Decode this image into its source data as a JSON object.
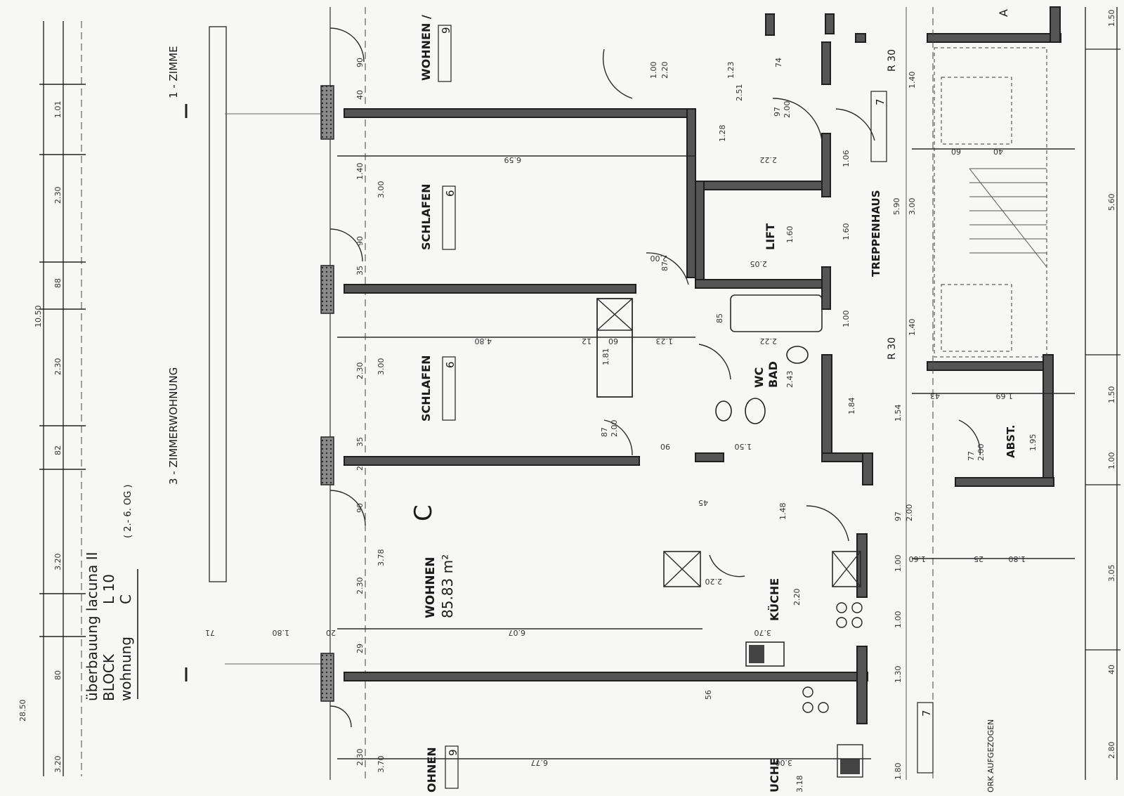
{
  "title_block": {
    "line1": "überbauung  lacuna II",
    "line2_key": "BLOCK",
    "line2_val": "L 10",
    "line3_key": "wohnung",
    "line3_val": "C",
    "floors": "( 2.- 6. OG )"
  },
  "apartment_type": "3  -  ZIMMERWOHNUNG",
  "apartment_type_top": "1  -  ZIMME",
  "apt_letter": "C",
  "rooms": {
    "wohnen_top": "WOHNEN /",
    "wohnen_top_num": "9",
    "schlafen1": "SCHLAFEN",
    "schlafen1_num": "6",
    "schlafen2": "SCHLAFEN",
    "schlafen2_num": "6",
    "wohnen": "WOHNEN",
    "wohnen_area": "85.83 m²",
    "wohnen_bottom": "OHNEN",
    "wohnen_bottom_num": "9",
    "kueche": "KÜCHE",
    "kueche_bottom": "UCHE",
    "lift": "LIFT",
    "wc": "WC",
    "bad": "BAD",
    "treppenhaus": "TREPPENHAUS",
    "treppen_num": "7",
    "treppen_num_bottom": "7",
    "abst": "ABST.",
    "r30_top": "R 30",
    "r30_mid": "R 30",
    "note_bottom": "ORK  AUFGEZOGEN",
    "top_right": "A"
  },
  "dims_left": {
    "total_outer": "28.50",
    "total_inner": "10.50",
    "d1": "1.01",
    "d2": "2.30",
    "d3": "88",
    "d4": "2.30",
    "d5": "82",
    "d6": "3.20",
    "d7": "80",
    "d8": "3.20"
  },
  "dims_window_line": {
    "w1": "90",
    "w2": "40",
    "w3": "1.40",
    "w4": "90",
    "w5": "35",
    "w6": "2.30",
    "w7": "35",
    "w8": "29",
    "w9": "90",
    "w10": "2.30",
    "w11": "29",
    "w12": "2.30"
  },
  "dims_room_depth": {
    "r1": "3.00",
    "r2": "3.00",
    "r3": "3.78",
    "r4": "3.70"
  },
  "dims_inner": {
    "d659": "6.59",
    "d480": "4.80",
    "d607": "6.07",
    "d677": "6.77",
    "d180": "1.80",
    "d71": "71",
    "d20": "20",
    "d200a": "2.00",
    "d87": "87",
    "d200b": "2.00",
    "d87b": "87",
    "d123": "1.23",
    "d60": "60",
    "d12": "12",
    "d181": "1.81",
    "d90": "90",
    "d150": "1.50",
    "d45": "45",
    "d148": "1.48",
    "d220a": "2.20",
    "d220b": "2.20",
    "d370": "3.70",
    "d318": "3.18",
    "d300": "3.00",
    "d56": "56",
    "d85": "85",
    "d243": "2.43",
    "d222a": "2.22",
    "d222b": "2.22",
    "d205": "2.05",
    "d160": "1.60",
    "d100a": "1.00",
    "d220c": "2.20",
    "d123b": "1.23",
    "d251": "2.51",
    "d128": "1.28",
    "d74": "74",
    "d97a": "97",
    "d200c": "2.00"
  },
  "dims_right": {
    "r560": "5.60",
    "r150a": "1.50",
    "r100": "1.00",
    "r305": "3.05",
    "r40": "40",
    "r280": "2.80",
    "r150b": "1.50",
    "r590": "5.90",
    "r300": "3.00",
    "r140a": "1.40",
    "r140b": "1.40",
    "r160": "1.60",
    "r106": "1.06",
    "r100b": "1.00",
    "r184": "1.84",
    "r154": "1.54",
    "r97": "97",
    "r200": "2.00",
    "r130": "1.30",
    "r100c": "1.00",
    "r100d": "1.00",
    "r180": "1.80",
    "r69": "1.69",
    "r195": "1.95",
    "r43": "43",
    "r77": "77",
    "r200b": "2.00",
    "r60": "60",
    "r40b": "40",
    "r180b": "1.80",
    "r160b": "1.60",
    "r25": "25"
  }
}
